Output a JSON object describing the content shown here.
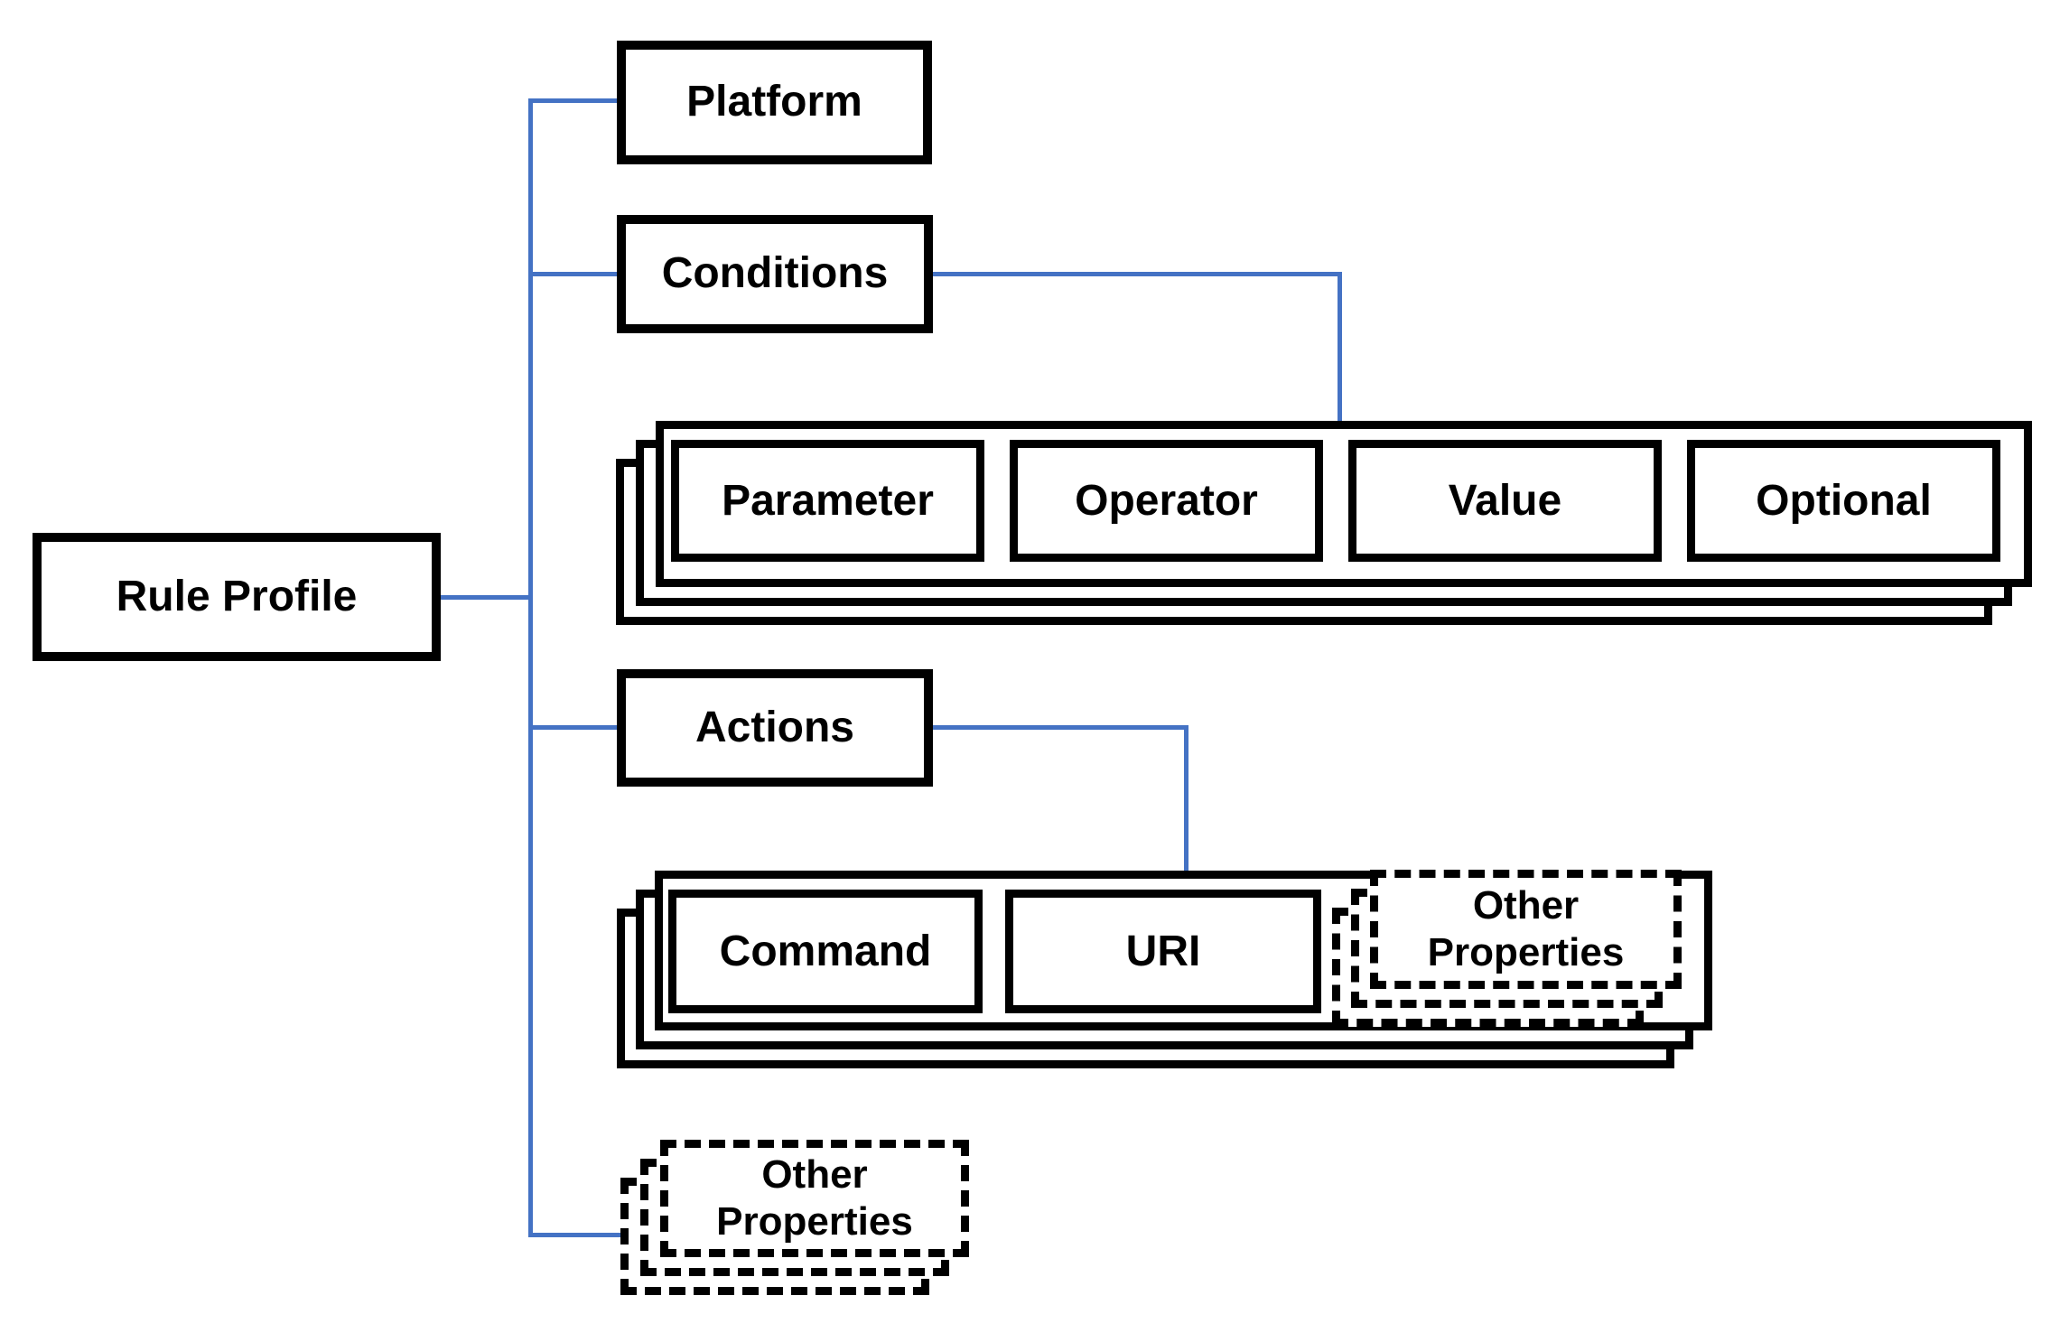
{
  "boxes": {
    "rule_profile": {
      "label": "Rule Profile"
    },
    "platform": {
      "label": "Platform"
    },
    "conditions": {
      "label": "Conditions"
    },
    "actions": {
      "label": "Actions"
    },
    "other_properties": {
      "label": "Other Properties"
    }
  },
  "stacks": {
    "conditions": {
      "items": [
        "Parameter",
        "Operator",
        "Value",
        "Optional"
      ]
    },
    "actions": {
      "items": [
        "Command",
        "URI"
      ],
      "other": {
        "label": "Other Properties"
      }
    }
  },
  "colors": {
    "connector_blue": "#4472C4",
    "box_border": "#000000",
    "canvas_background": "#FFFFFF"
  }
}
